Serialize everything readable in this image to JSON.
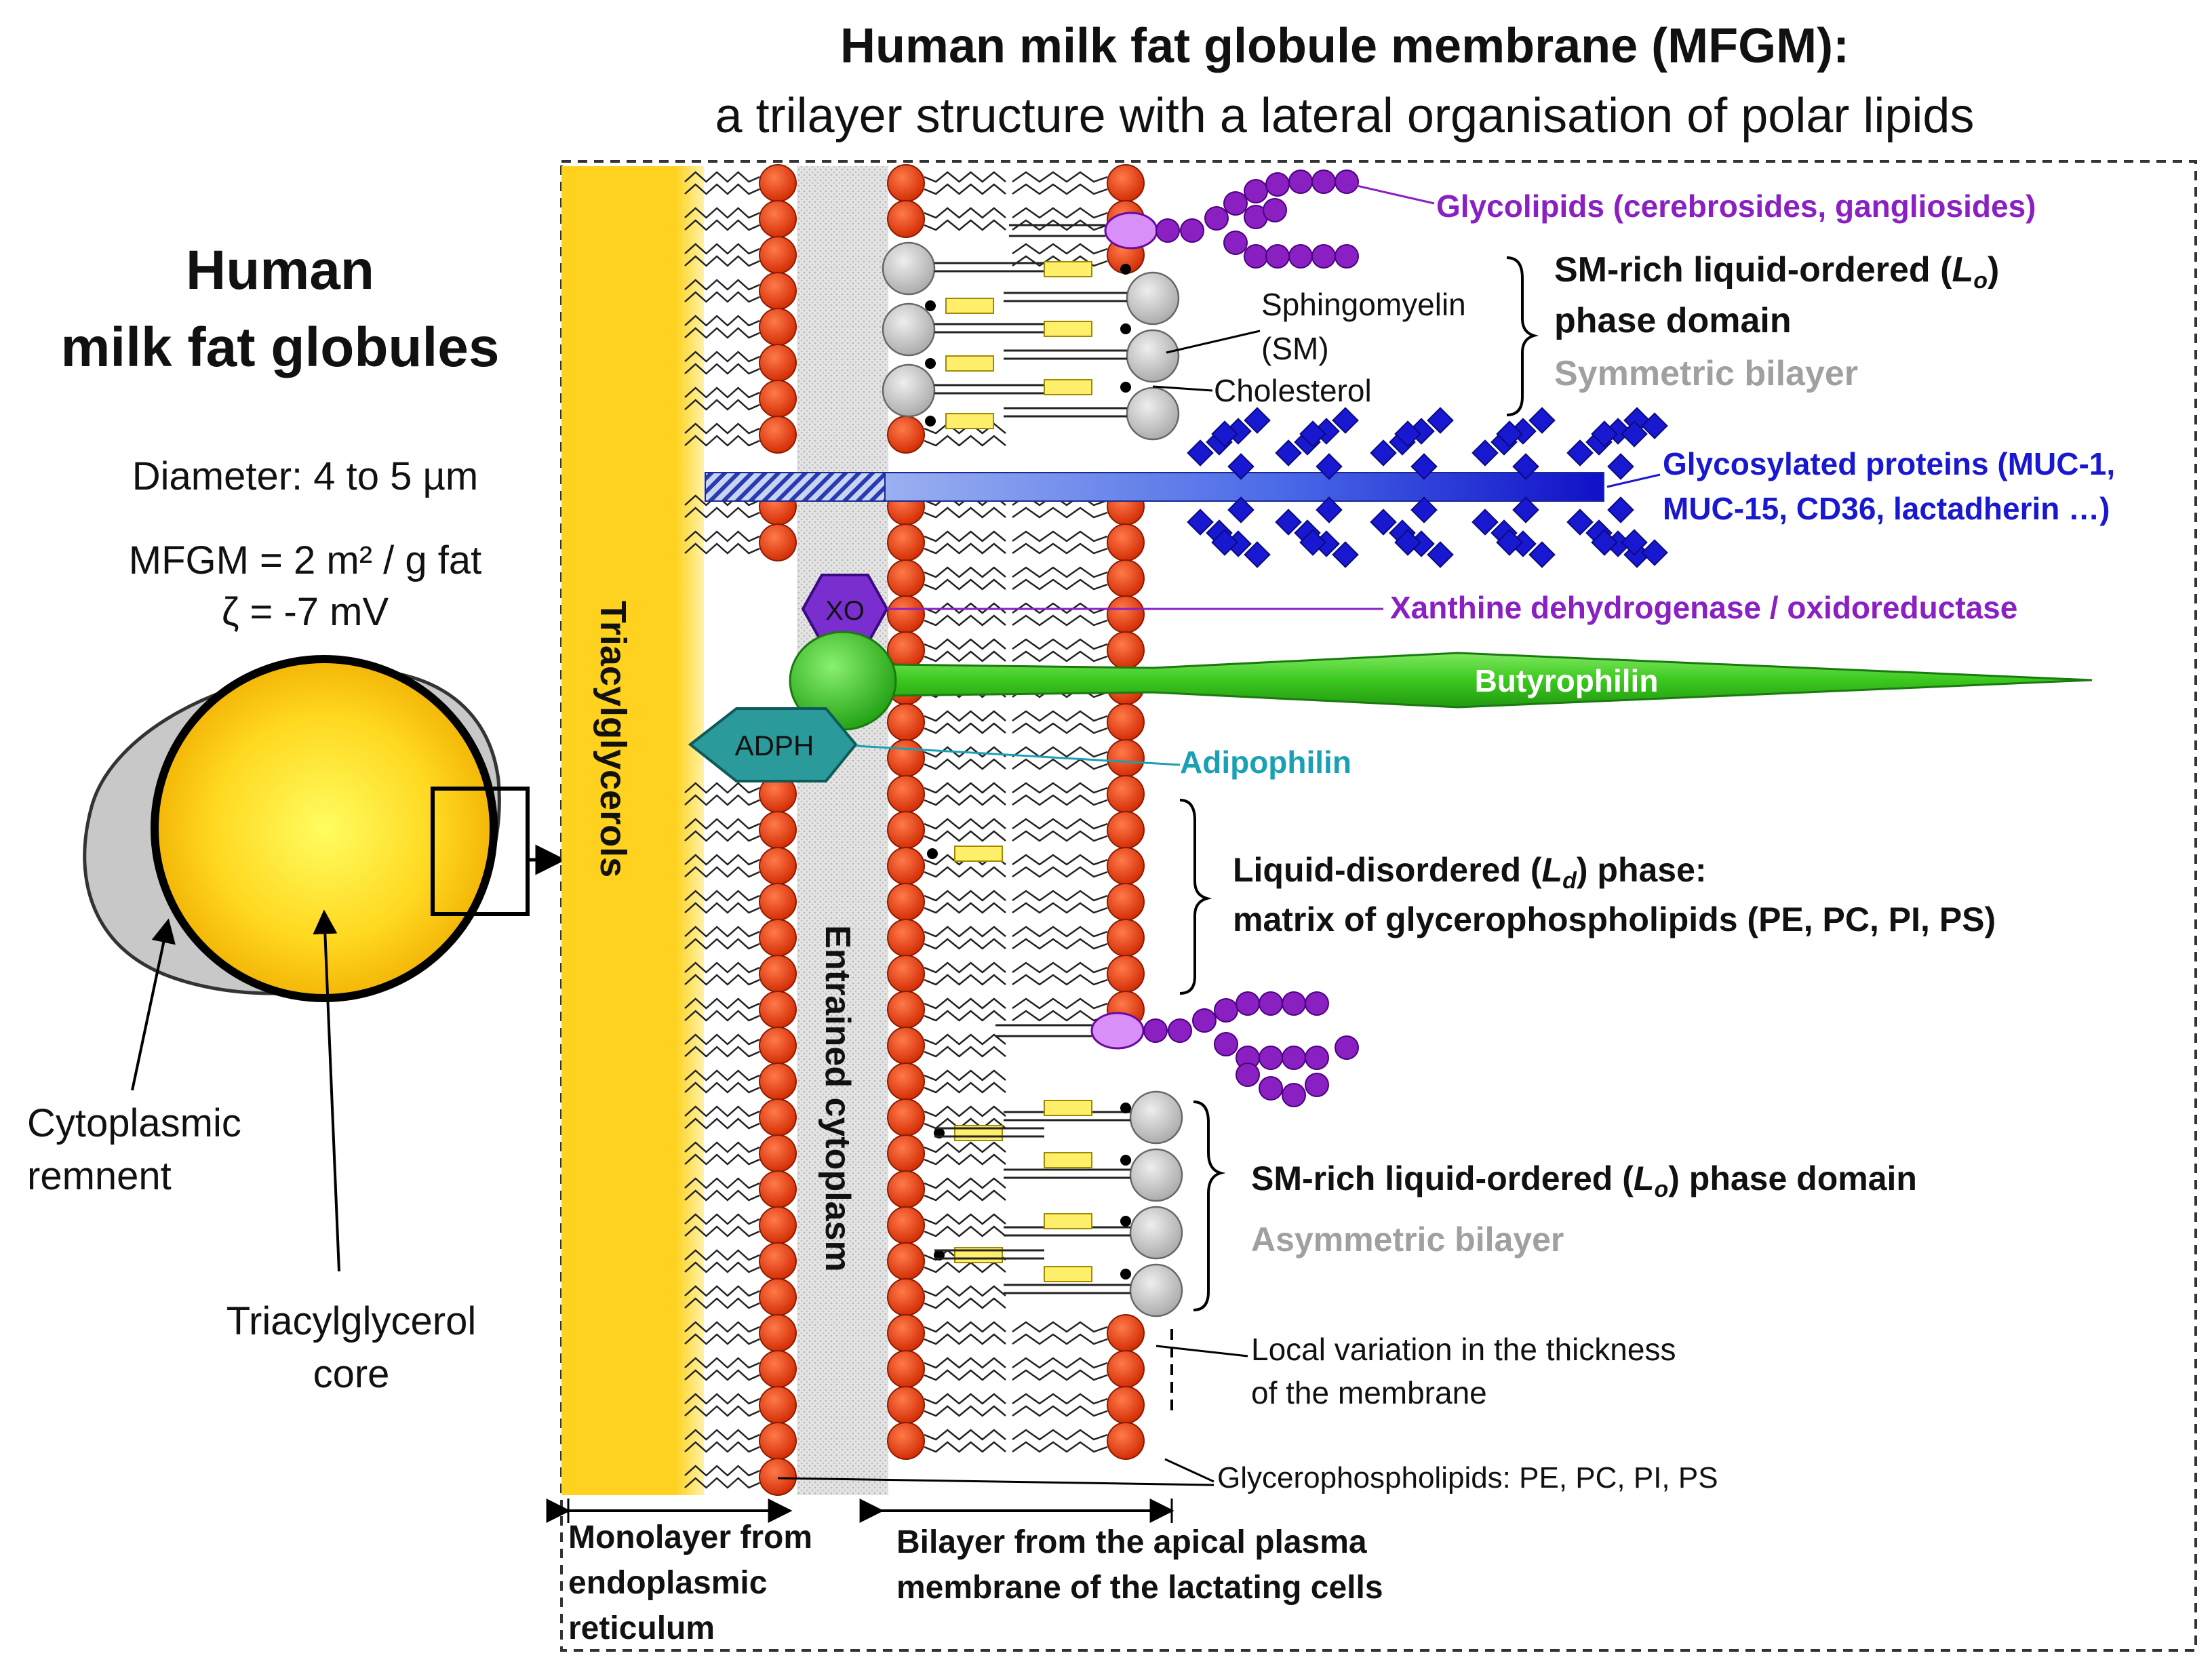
{
  "title": {
    "line1": "Human milk fat globule membrane (MFGM):",
    "line2": "a trilayer structure with a lateral organisation of polar lipids"
  },
  "left": {
    "heading1": "Human",
    "heading2": "milk fat globules",
    "diameter": "Diameter: 4 to 5 µm",
    "mfgm_area": "MFGM = 2 m² / g fat",
    "zeta": "ζ = -7 mV",
    "cyto_l1": "Cytoplasmic",
    "cyto_l2": "remnent",
    "core_l1": "Triacylglycerol",
    "core_l2": "core"
  },
  "labels": {
    "triacylglycerols": "Triacylglycerols",
    "entrained": "Entrained cytoplasm",
    "glycolipids": "Glycolipids (cerebrosides, gangliosides)",
    "sm_top_l1": "SM-rich liquid-ordered (",
    "sm_top_sym": "L",
    "sm_top_sub": "o",
    "sm_top_close": ")",
    "sm_top_l2": "phase domain",
    "symmetric": "Symmetric bilayer",
    "sphingo_l1": "Sphingomyelin",
    "sphingo_l2": "(SM)",
    "cholesterol": "Cholesterol",
    "glyco_prot_l1": "Glycosylated proteins (MUC-1,",
    "glyco_prot_l2": "MUC-15, CD36, lactadherin …)",
    "xo": "XO",
    "xanthine": "Xanthine dehydrogenase / oxidoreductase",
    "butyrophilin": "Butyrophilin",
    "adph": "ADPH",
    "adipophilin": "Adipophilin",
    "ld_l1a": "Liquid-disordered (",
    "ld_sym": "L",
    "ld_sub": "d",
    "ld_l1b": ") phase:",
    "ld_l2": "matrix of glycerophospholipids (PE, PC, PI, PS)",
    "sm_bot_a": "SM-rich liquid-ordered (",
    "sm_bot_sym": "L",
    "sm_bot_sub": "o",
    "sm_bot_b": ") phase domain",
    "asymmetric": "Asymmetric bilayer",
    "local_l1": "Local variation in the thickness",
    "local_l2": "of the membrane",
    "gpl": "Glycerophospholipids: PE, PC, PI, PS",
    "mono_l1": "Monolayer from",
    "mono_l2": "endoplasmic",
    "mono_l3": "reticulum",
    "bi_l1": "Bilayer from the apical plasma",
    "bi_l2": "membrane of the lactating cells"
  },
  "colors": {
    "fat": "#ffd21f",
    "head_red": "#e8380f",
    "head_gray": "#c8c8c8",
    "glyco_purple": "#8a1fc2",
    "protein_blue": "#1818d0",
    "butyrophilin_green": "#3cc81e",
    "adph_teal": "#1e8a8a",
    "cyan_text": "#1aa0b4",
    "gray_text": "#a0a0a0"
  }
}
